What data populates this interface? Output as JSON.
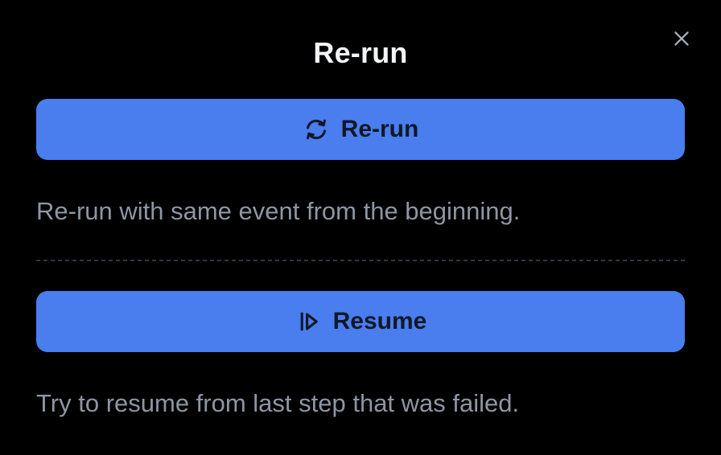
{
  "modal": {
    "title": "Re-run"
  },
  "rerun": {
    "button_label": "Re-run",
    "icon": "refresh-icon",
    "description": "Re-run with same event from the beginning."
  },
  "resume": {
    "button_label": "Resume",
    "icon": "step-forward-icon",
    "description": "Try to resume from last step that was failed."
  },
  "colors": {
    "background": "#000000",
    "button_blue": "#4a7dee",
    "button_text": "#101826",
    "title_text": "#f2f4f6",
    "description_text": "#8e95a3",
    "divider": "#303644",
    "close_icon": "#a6aebc"
  }
}
